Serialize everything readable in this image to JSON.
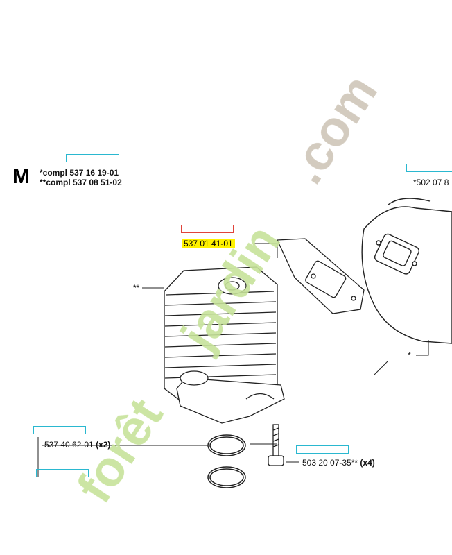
{
  "section_letter": "M",
  "compl_1": "*compl 537 16 19-01",
  "compl_2": "**compl 537 08 51-02",
  "part_highlight": "537 01 41-01",
  "part_top_right": "*502 07 8",
  "part_cylinder_marker": "**",
  "part_muffler_marker": "*",
  "part_ring": "537 40 62-01",
  "part_ring_qty": "(x2)",
  "part_bolt": "503 20 07-35**",
  "part_bolt_qty": "(x4)",
  "watermark": "foretjardin.com",
  "colors": {
    "highlight": "#fff200",
    "cyan_box": "#2ab8d0",
    "red_box": "#e0443a",
    "watermark_green": "#c7e39a",
    "watermark_orange": "#f2b86c",
    "watermark_gray": "#cfc6b8"
  }
}
